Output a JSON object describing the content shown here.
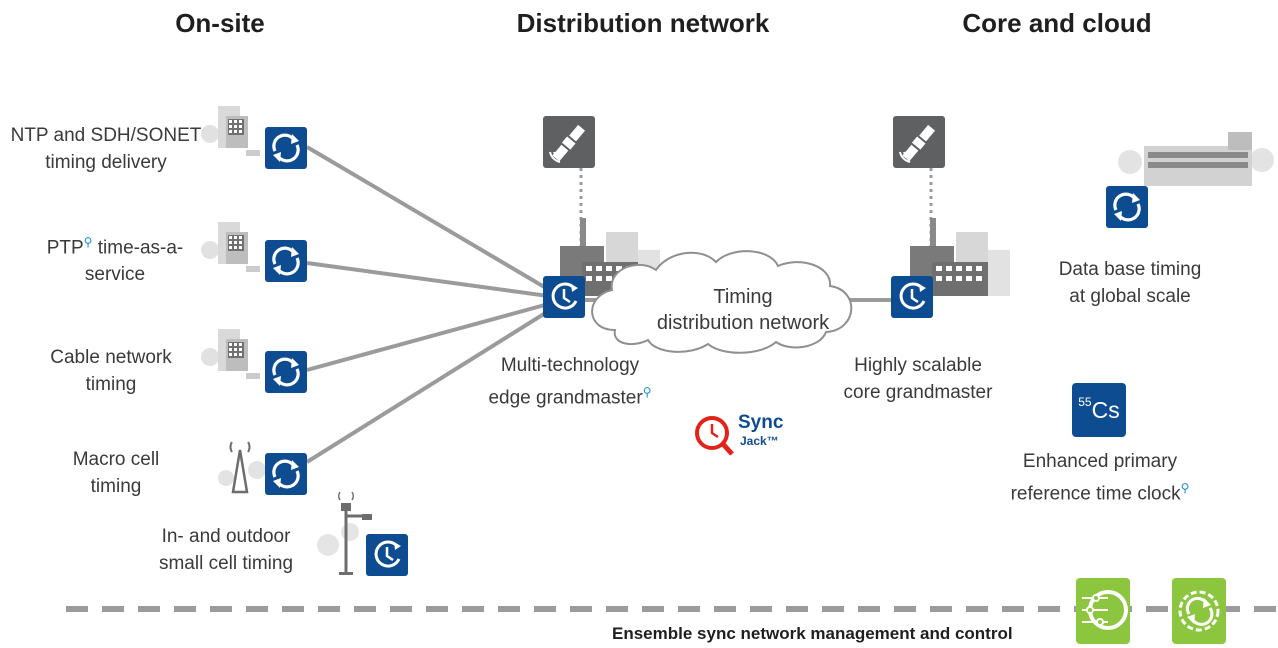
{
  "headings": {
    "onsite": "On-site",
    "distribution": "Distribution network",
    "core": "Core and cloud"
  },
  "onsite_items": [
    {
      "line1": "NTP and SDH/SONET",
      "line2": "timing delivery"
    },
    {
      "line1": "PTP",
      "line1b": " time-as-a-",
      "line2": "service"
    },
    {
      "line1": "Cable network",
      "line2": "timing"
    },
    {
      "line1": "Macro cell",
      "line2": "timing"
    },
    {
      "line1": "In- and outdoor",
      "line2": "small cell timing"
    }
  ],
  "cloud": {
    "line1": "Timing",
    "line2": "distribution network"
  },
  "edge": {
    "line1": "Multi-technology",
    "line2": "edge grandmaster"
  },
  "core_gm": {
    "line1": "Highly scalable",
    "line2": "core grandmaster"
  },
  "database": {
    "line1": "Data base timing",
    "line2": "at global scale"
  },
  "cesium": {
    "mass": "55",
    "symbol": "Cs",
    "line1": "Enhanced primary",
    "line2": "reference time clock"
  },
  "syncjack": {
    "name": "Sync",
    "sub": "Jack™"
  },
  "management": {
    "label": "Ensemble sync network management and control"
  },
  "colors": {
    "clock_blue": "#0e4c92",
    "link_gray": "#9b9b9b",
    "accent_green": "#8cc63f",
    "search_blue": "#1a8fd0",
    "syncjack_red": "#e2231a"
  }
}
